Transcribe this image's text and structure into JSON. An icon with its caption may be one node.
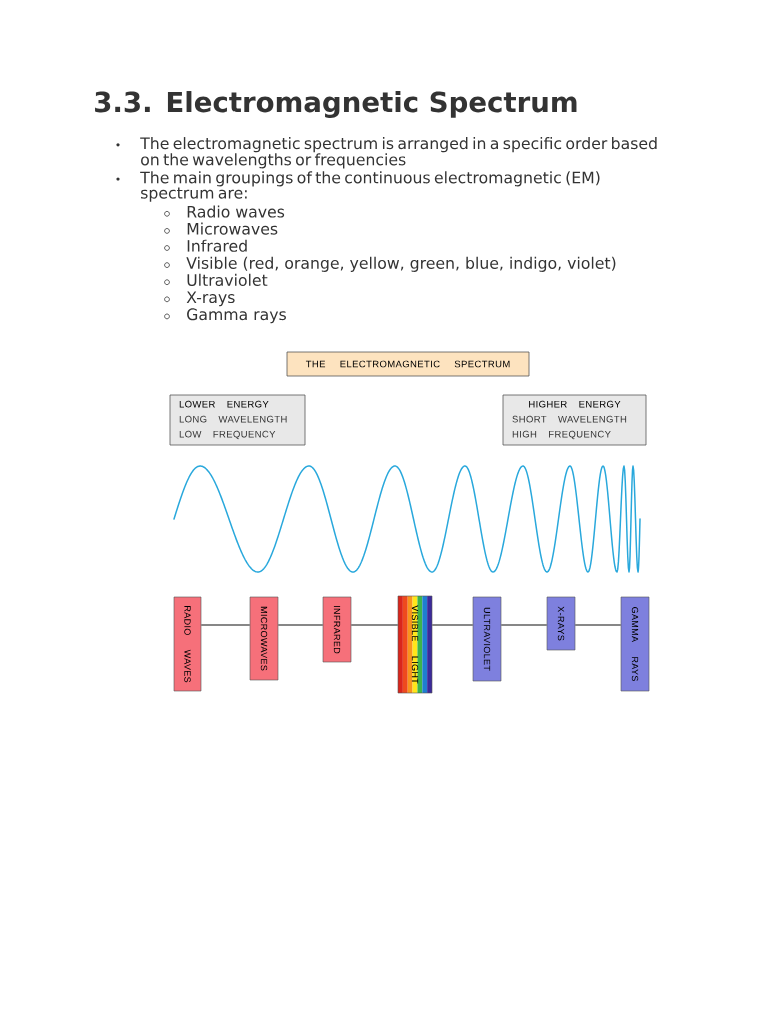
{
  "diagram": {
    "title": "3.3. Electromagnetic Spectrum",
    "labels": [
      "The electromagnetic spectrum is arranged in a specific order based on the wavelengths or frequencies",
      "The main groupings of the continuous electromagnetic (EM) spectrum are:",
      "Radio waves",
      "Microwaves",
      "Infrared",
      "Visible (red, orange, yellow, green, blue, indigo, violet)",
      "Ultraviolet",
      "X-rays",
      "Gamma rays"
    ],
    "nodes": [
      {
        "text": [
          "THE ELECTROMAGNETIC SPECTRUM"
        ]
      },
      {
        "text": [
          "LOWER ENERGY",
          "LONG WAVELENGTH",
          "LOW FREQUENCY"
        ]
      },
      {
        "text": [
          "HIGHER ENERGY",
          "SHORT WAVELENGTH",
          "HIGH FREQUENCY"
        ]
      },
      {
        "text": [
          "RADIO WAVES"
        ]
      },
      {
        "text": [
          "MICROWAVES"
        ]
      },
      {
        "text": [
          "INFRARED"
        ]
      },
      {
        "text": [
          "VISIBLE LIGHT"
        ]
      },
      {
        "text": [
          "ULTRAVIOLET"
        ]
      },
      {
        "text": [
          "X-RAYS"
        ]
      },
      {
        "text": [
          "GAMMA RAYS"
        ]
      }
    ],
    "edges": [
      {
        "from": 3,
        "to": 4,
        "arrow": "none"
      },
      {
        "from": 4,
        "to": 5,
        "arrow": "none"
      },
      {
        "from": 5,
        "to": 6,
        "arrow": "none"
      },
      {
        "from": 6,
        "to": 7,
        "arrow": "none"
      },
      {
        "from": 7,
        "to": 8,
        "arrow": "none"
      },
      {
        "from": 8,
        "to": 9,
        "arrow": "none"
      }
    ]
  }
}
